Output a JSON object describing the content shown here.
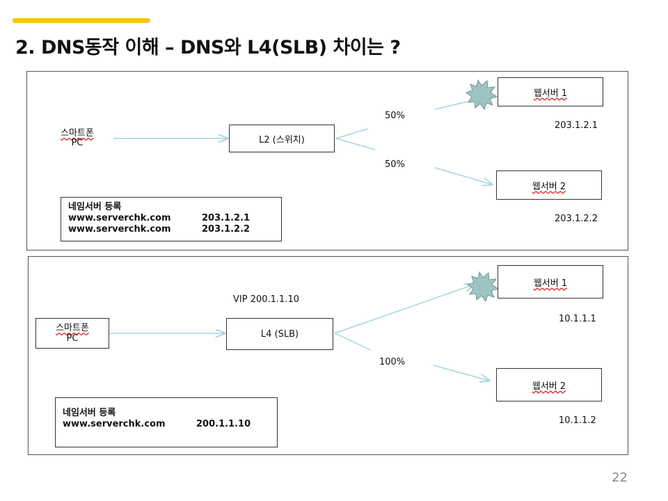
{
  "slide": {
    "title": "2. DNS동작 이해 – DNS와 L4(SLB) 차이는 ?",
    "page_number": "22"
  },
  "diagram_top": {
    "client_line1": "스마트폰",
    "client_line2": "PC",
    "switch_label": "L2 (스위치)",
    "pct_upper": "50%",
    "pct_lower": "50%",
    "server1_label": "웹서버 1",
    "server1_ip": "203.1.2.1",
    "server2_label": "웹서버 2",
    "server2_ip": "203.1.2.2",
    "nameserver": {
      "title": "네임서버 등록",
      "rows": [
        {
          "domain": "www.serverchk.com",
          "ip": "203.1.2.1"
        },
        {
          "domain": "www.serverchk.com",
          "ip": "203.1.2.2"
        }
      ]
    }
  },
  "diagram_bottom": {
    "client_line1": "스마트폰",
    "client_line2": "PC",
    "vip_label": "VIP 200.1.1.10",
    "lb_label": "L4 (SLB)",
    "pct": "100%",
    "server1_label": "웹서버 1",
    "server1_ip": "10.1.1.1",
    "server2_label": "웹서버 2",
    "server2_ip": "10.1.1.2",
    "nameserver": {
      "title": "네임서버 등록",
      "rows": [
        {
          "domain": "www.serverchk.com",
          "ip": "200.1.1.10"
        }
      ]
    }
  },
  "colors": {
    "accent": "#f5c518",
    "arrow": "#a8d4e0",
    "burst": "#9fc3c3",
    "wavy_underline": "#d22222"
  }
}
